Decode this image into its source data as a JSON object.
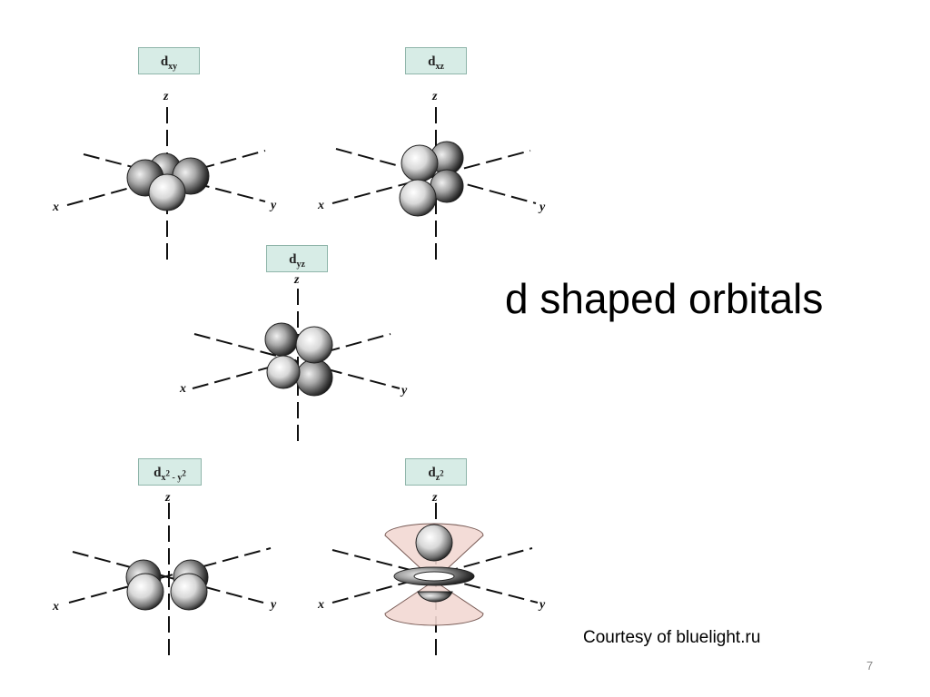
{
  "slide": {
    "title": "d shaped orbitals",
    "credit": "Courtesy of bluelight.ru",
    "page_number": "7"
  },
  "axes": {
    "x": "x",
    "y": "y",
    "z": "z"
  },
  "orbitals": [
    {
      "id": "dxy",
      "base": "d",
      "sub": "xy",
      "sup1": "",
      "mid": "",
      "sup2": ""
    },
    {
      "id": "dxz",
      "base": "d",
      "sub": "xz",
      "sup1": "",
      "mid": "",
      "sup2": ""
    },
    {
      "id": "dyz",
      "base": "d",
      "sub": "yz",
      "sup1": "",
      "mid": "",
      "sup2": ""
    },
    {
      "id": "dx2-y2",
      "base": "d",
      "sub": "x",
      "sup1": "2",
      "mid": " - y",
      "sup2": "2"
    },
    {
      "id": "dz2",
      "base": "d",
      "sub": "z",
      "sup1": "2",
      "mid": "",
      "sup2": ""
    }
  ],
  "colors": {
    "label_fill": "#d7ece6",
    "cone_fill": "#f2d9d3",
    "lobe_highlight": "#ffffff",
    "lobe_shadow": "#1a1a1a"
  }
}
